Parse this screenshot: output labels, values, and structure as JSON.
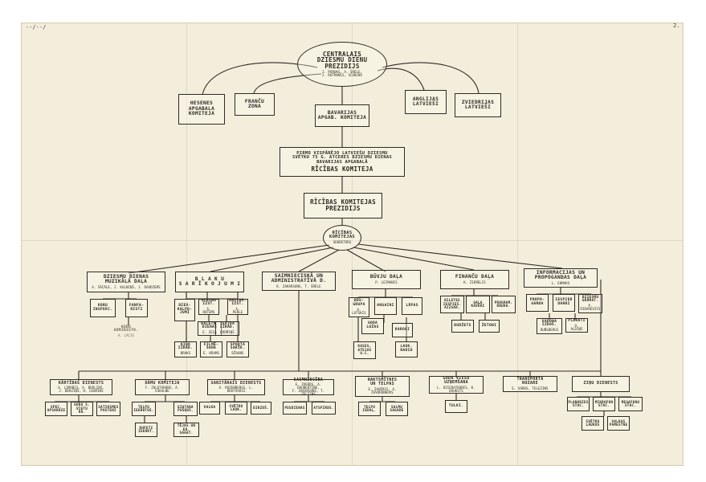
{
  "top": {
    "title": "CENTRALAIS\nDZIESMU DIENU PREZIDIJS",
    "sub": "J. PORUKS,  A. ŠRĒLE,\nJ. RUTMANIS,  SCUBINS"
  },
  "side_units": [
    {
      "label": "HESENES\nAPGABALA\nKOMITEJA"
    },
    {
      "label": "FRANČU\nZONA"
    },
    {
      "label": "ANGLIJAS\nLATVIEŠI"
    },
    {
      "label": "ZVIEDRIJAS\nLATVIEŠI"
    }
  ],
  "bavaria": {
    "label": "BAVARIJAS\nAPGAB. KOMITEJA"
  },
  "action_committee": {
    "line1": "PIRMO VISPĀRĒJO LATVIEŠU DZIESMU\nSVĒTKU 75 G. ATCERES DZIESMU DIENAS\nBAVARIJAS APGABALĀ",
    "line2": "RĪCĪBAS  KOMITEJA"
  },
  "presidium": {
    "label": "RĪCĪBAS  KOMITEJAS\nPREZIDIJS"
  },
  "secretariat": {
    "label": "RĪCĪBAS\nKOMITEJAS",
    "sub": "SEKRETĀRS"
  },
  "departments": [
    {
      "title": "DZIESMU  DIENAS\nMUZIKĀLĀ  DAĻA",
      "sub": "A. ŠĀCĀLE, J. KALNIŅŠ, J. DAUDZEMS"
    },
    {
      "title": "B L A K U\nS A R Ī K O J U M I",
      "sub": ""
    },
    {
      "title": "SAIMNIECISKĀ  UN\nADMINISTRATĪVĀ  D.",
      "sub": "K. ZAKARSONS,  T. ŠRĒLE"
    },
    {
      "title": "BŪVJU  DAĻA",
      "sub": "P. LEIMANIS"
    },
    {
      "title": "FINANČU  DAĻA",
      "sub": "K. ZIEMELIS"
    },
    {
      "title": "INFORMACIJAS  UN\nPROPOGANDAS  DAĻA",
      "sub": "L. EHMAKS"
    }
  ],
  "music": {
    "koru": "KORU\nINSPEKC.",
    "fanfa": "FANFA-\nRISTI",
    "kodu": "KODU\nADMINISTR.",
    "kodu_note": "A. LĀCIS"
  },
  "side_events": {
    "dievkalp": "DIEV-\nKALPO-\nJUMI",
    "glezn": "GLEZNU\nIZST.",
    "glezn_sub": "A. ROTEMS",
    "dailam": "DAIĻAM.\nIZST.",
    "dailam_sub": "A. PERLE",
    "baletn": "BALETN.\nDIENAS",
    "baletn_sub": "E. ZEZA",
    "teatra": "TEĀTRA\nIZRĀD.",
    "teatra_sub": "KRŪMIŅŠ",
    "kino": "KINO\nIZRĀD.",
    "kino_sub": "BRAKS",
    "filme": "FILMĒ-\nŠANA",
    "filme_sub": "E. KRAMS",
    "sports": "SPORTA\nSARĪK.",
    "sports_sub": "DŽAUNS"
  },
  "construction": {
    "buvgrupa": "BŪV-\nGRUPA",
    "buvgrupa_sub": "A. LUTSKIS",
    "angaini": "ANGAINI",
    "lapas": "LĀPAS",
    "goda": "GODA\nLOŽAS",
    "karogi": "KAROGI",
    "kases": "KASES,\nATEJAS\nU.C.",
    "laukradio": "LAUK.\nRADIO"
  },
  "finance": {
    "biletes": "BIĻETES\nIESPIEŠ.\nAIZSAR.",
    "gala": "GALA\nKAVĒRI",
    "programm": "PROGRAM.\nDRUKA.",
    "budzets": "BUDŽETS",
    "zetoni": "ŽETONI"
  },
  "info": {
    "propaganda": "PROPO-\nGANDA",
    "iespiedd": "IESPIED\nDARBI",
    "dziesmu": "DZIESMU\nGRĀMAT.",
    "dziesmu_sub": "P. RIDAREVIČS",
    "vadona": "VADOŅA\nIZDOŠ.",
    "vadona_sub": "DUNSBERGS",
    "plakati": "PLAKATI",
    "plakati_sub": "O. ALDIŅŠ"
  },
  "bottom": [
    {
      "title": "KĀRTĪBAS  DIENESTS",
      "sub": "A. LIMANIS,  A. BŪVLINŠ,\nJ. BĒRZIŅŠ,  H. CEUMINS"
    },
    {
      "title": "DĀMU  KOMITEJA",
      "sub": "F. ZOLOTARONS, A. EŠKALNE"
    },
    {
      "title": "SANITĀRAIS  DIENESTS",
      "sub": "A. ROZENBERGS,  L. KRUTVARIS"
    },
    {
      "title": "SAIMNIECĪBA",
      "sub": "E. ZVEDRS, A. DAUBERTINE,\nF. ZAKARSONS, T. ZELTIŅŠ"
    },
    {
      "title": "NAKTSMĪTNES\nUN  TELPAS",
      "sub": "E. ŠAUĒRIS,  A. ŽAVORONKOVS"
    },
    {
      "title": "GODA  VIESU\nUZŅEMŠANA",
      "sub": "L. DZIEDATKONIS,  K. DAUKSTS"
    },
    {
      "title": "TRANSPORTA\nNOZARE",
      "sub": "E. VARDS,  TELEZINS"
    },
    {
      "title": "ZIŅU  DIENESTS",
      "sub": ""
    }
  ],
  "bottom_sub": {
    "spec": "SPEC.\nAPSARDZE",
    "godas": "GODA S.\nVIETU KR.",
    "satiksme": "SATIKSMES\nPOSTENI",
    "telpu": "TELPU\nIEKĀRTOŠ.",
    "ezatara": "EZATARA\nPUŠĶOŠ.",
    "bufeti": "BUFETI\nIEKĀRT.",
    "tejas": "TĒJAS UN\nED. SAGAT.",
    "valka": "VALKA",
    "svetku": "SVĒTKU\nLAUK.",
    "birzo": "BIRZOŠ.",
    "pusdienas": "PUSDIENAS",
    "atspirds": "ATSPIRDS.",
    "telpu_iedal": "TELPU\nIEDAĻ.",
    "salmu": "SALMU\nSAGADE",
    "tulki": "TULKI.",
    "plankrie": "PLANKRIES\nSTAC.",
    "mikrofon": "MIKROFON\nSTAC.",
    "megafon": "MEGAFONU\nSTAC.",
    "svetku_lauki": "SVĒTKU\nLAUKOS",
    "valkas_pamestne": "VALKAS\nPAMESTNE"
  },
  "marks": {
    "tl": "--/--/",
    "tr": "2."
  }
}
